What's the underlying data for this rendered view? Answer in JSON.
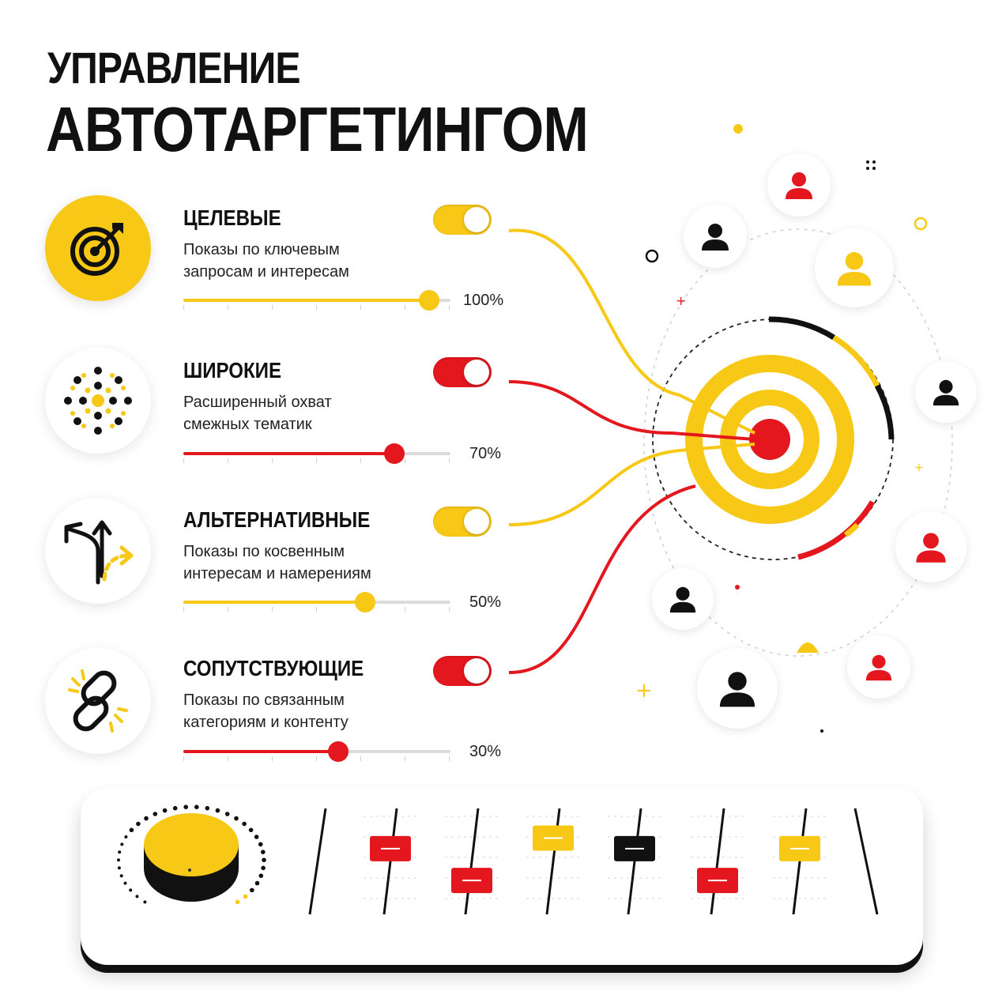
{
  "header": {
    "title_line1": "УПРАВЛЕНИЕ",
    "title_line2": "АВТОТАРГЕТИНГОМ"
  },
  "colors": {
    "yellow": "#f7c815",
    "red": "#e3171d",
    "black": "#111111",
    "track": "#dcdcdc"
  },
  "categories": [
    {
      "title": "ЦЕЛЕВЫЕ",
      "desc_line1": "Показы по ключевым",
      "desc_line2": "запросам и интересам",
      "value_label": "100%",
      "value": 0.92,
      "color": "yellow",
      "enabled": true,
      "icon": "target-arrow-icon"
    },
    {
      "title": "ШИРОКИЕ",
      "desc_line1": "Расширенный охват",
      "desc_line2": "смежных тематик",
      "value_label": "70%",
      "value": 0.79,
      "color": "red",
      "enabled": true,
      "icon": "dot-burst-icon"
    },
    {
      "title": "АЛЬТЕРНАТИВНЫЕ",
      "desc_line1": "Показы по косвенным",
      "desc_line2": "интересам и намерениям",
      "value_label": "50%",
      "value": 0.68,
      "color": "yellow",
      "enabled": true,
      "icon": "split-arrows-icon"
    },
    {
      "title": "СОПУТСТВУЮЩИЕ",
      "desc_line1": "Показы по связанным",
      "desc_line2": "категориям и контенту",
      "value_label": "30%",
      "value": 0.58,
      "color": "red",
      "enabled": true,
      "icon": "chain-link-icon"
    }
  ],
  "mixer": {
    "knob_color": "yellow",
    "faders": [
      {
        "color": "red",
        "level": 0.62
      },
      {
        "color": "red",
        "level": 0.32
      },
      {
        "color": "yellow",
        "level": 0.72
      },
      {
        "color": "black",
        "level": 0.62
      },
      {
        "color": "red",
        "level": 0.32
      },
      {
        "color": "yellow",
        "level": 0.62
      }
    ]
  }
}
